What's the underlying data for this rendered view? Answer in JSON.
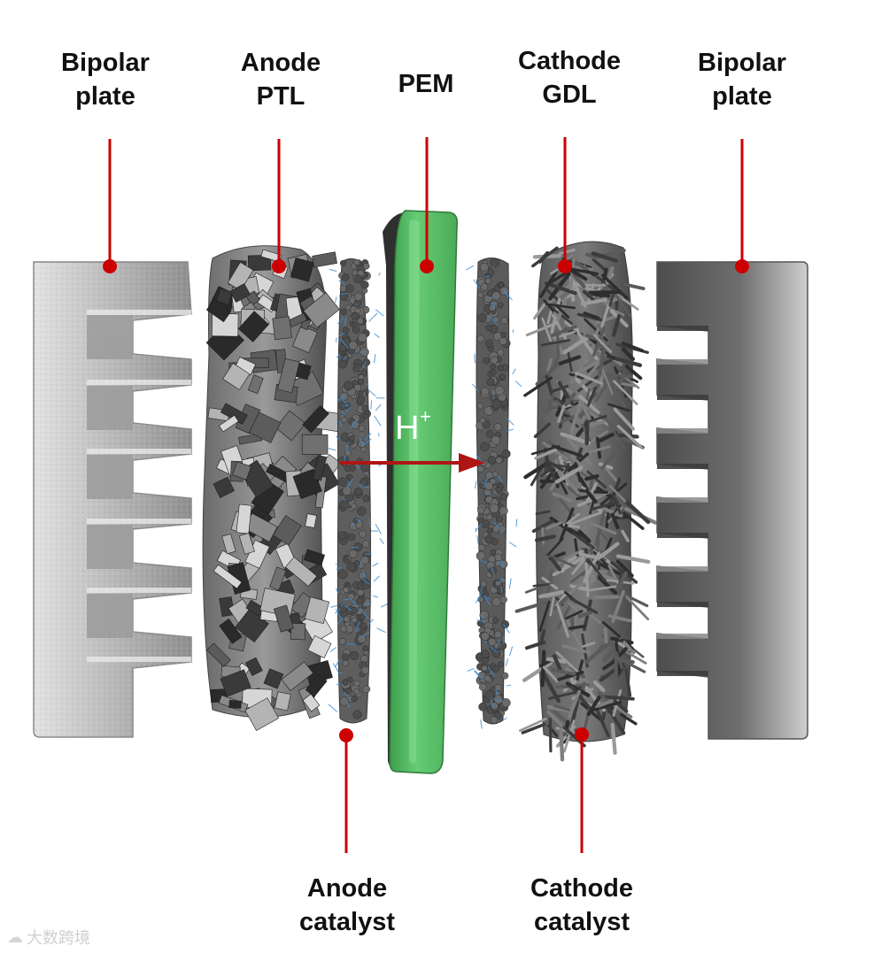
{
  "labels": {
    "bipolar_left": {
      "line1": "Bipolar",
      "line2": "plate"
    },
    "anode_ptl": {
      "line1": "Anode",
      "line2": "PTL"
    },
    "pem": {
      "line1": "PEM"
    },
    "cathode_gdl": {
      "line1": "Cathode",
      "line2": "GDL"
    },
    "bipolar_right": {
      "line1": "Bipolar",
      "line2": "plate"
    },
    "anode_catalyst": {
      "line1": "Anode",
      "line2": "catalyst"
    },
    "cathode_catalyst": {
      "line1": "Cathode",
      "line2": "catalyst"
    }
  },
  "proton": {
    "symbol": "H",
    "charge": "+"
  },
  "watermark": {
    "icon": "cloud-logo-icon",
    "text": "大数跨境"
  },
  "colors": {
    "leader_line": "#cc0000",
    "arrow": "#b01515",
    "pem_green": "#5cc46a",
    "plate_light": "#cfcfcf",
    "plate_dark": "#5a5a5a",
    "catalyst_blue": "#3a8fd8",
    "gdl_grey": "#555555"
  }
}
